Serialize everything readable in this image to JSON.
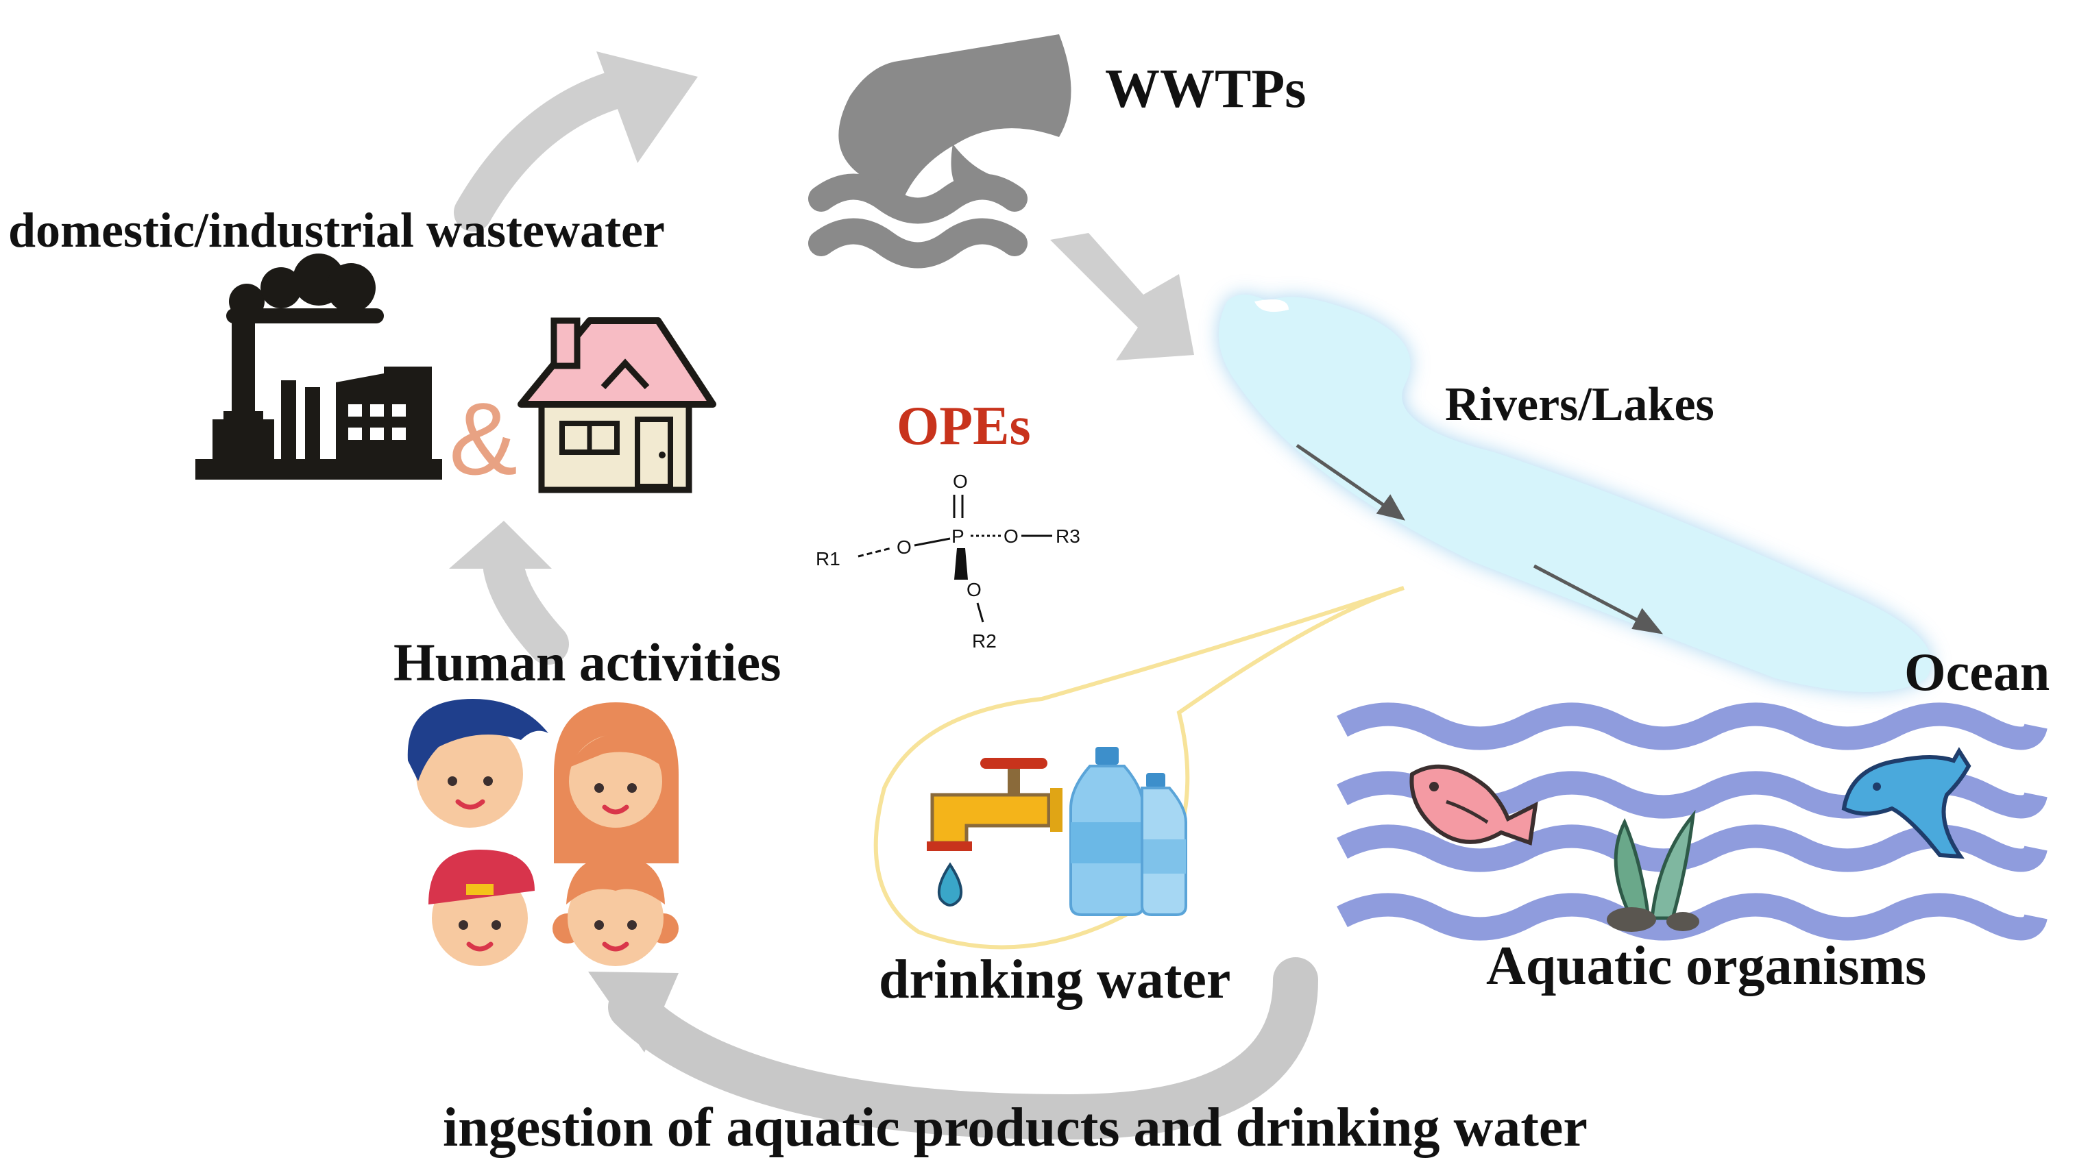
{
  "labels": {
    "domestic": "domestic/industrial wastewater",
    "wwtps": "WWTPs",
    "rivers": "Rivers/Lakes",
    "ocean": "Ocean",
    "opes": "OPEs",
    "human": "Human activities",
    "drinking": "drinking water",
    "aquatic": "Aquatic organisms",
    "ingestion": "ingestion of aquatic products and drinking water",
    "ampersand": "&"
  },
  "molecule": {
    "atoms": [
      "O",
      "P",
      "O",
      "R3",
      "R1",
      "O",
      "O",
      "R2"
    ]
  },
  "icons": [
    "factory-icon",
    "house-icon",
    "pipe-outflow-icon",
    "water-waves-icon",
    "river-icon",
    "people-icon",
    "faucet-icon",
    "bottles-icon",
    "fish-icon",
    "dolphin-icon",
    "seaweed-icon"
  ],
  "colors": {
    "arrow": "#c8c8c8",
    "opes": "#c8331c",
    "ampersand": "#e8a283",
    "river": "#d6f4fb",
    "waves": "#8f9cdd",
    "wwtp": "#8a8a8a",
    "factory": "#1c1a16",
    "roof": "#f7bcc4"
  }
}
